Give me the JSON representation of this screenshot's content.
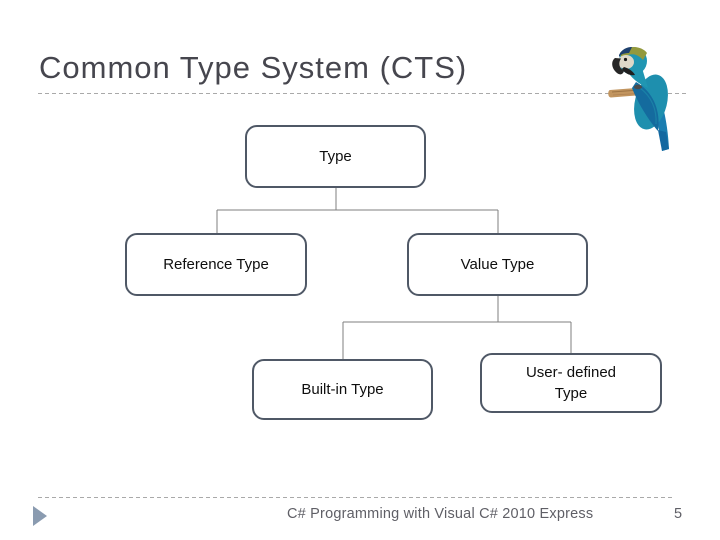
{
  "slide": {
    "title": "Common Type System (CTS)",
    "footer": {
      "text": "C# Programming with Visual C# 2010 Express",
      "page_number": "5"
    }
  },
  "diagram": {
    "type": "tree-hierarchy",
    "nodes": [
      {
        "id": "type",
        "label": "Type"
      },
      {
        "id": "reference-type",
        "label": "Reference Type"
      },
      {
        "id": "value-type",
        "label": "Value Type"
      },
      {
        "id": "built-in-type",
        "label": "Built-in Type"
      },
      {
        "id": "user-defined-type",
        "label": "User- defined\nType"
      }
    ],
    "edges": [
      {
        "from": "Type",
        "to": "Reference Type"
      },
      {
        "from": "Type",
        "to": "Value Type"
      },
      {
        "from": "Value Type",
        "to": "Built-in Type"
      },
      {
        "from": "Value Type",
        "to": "User- defined Type"
      }
    ]
  },
  "icons": {
    "parrot": "blue-and-gold-macaw-perched-on-branch",
    "footer_bullet": "right-pointing-triangle"
  },
  "colors": {
    "box_border": "#4f5866",
    "box_fill": "#ffffff",
    "box_text": "#0f0f0f",
    "connector": "#7f7f7f",
    "title_text": "#46464e",
    "footer_text": "#5f5f66",
    "dashed_line": "#a9a9a9",
    "bullet_triangle": "#8a9bb0"
  }
}
